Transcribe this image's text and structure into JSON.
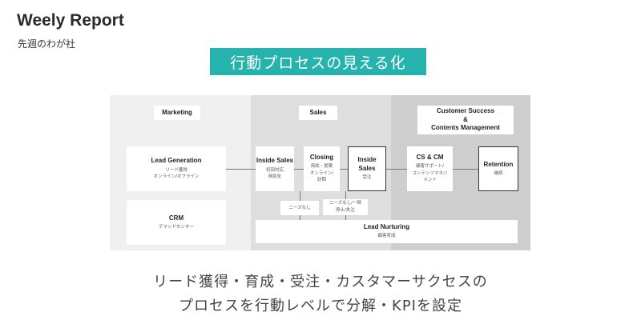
{
  "header": {
    "title": "Weely Report",
    "subtitle": "先週のわが社"
  },
  "banner": "行動プロセスの見える化",
  "diagram": {
    "sections": {
      "marketing": "Marketing",
      "sales": "Sales",
      "cs_line1": "Customer Success",
      "cs_line2": "&",
      "cs_line3": "Contents Management"
    },
    "lead_generation": {
      "title": "Lead Generation",
      "line1": "リード獲得",
      "line2": "オンライン/オフライン"
    },
    "crm": {
      "title": "CRM",
      "sub": "デマンドセンター"
    },
    "inside_sales_1": {
      "title": "Inside Sales",
      "line1": "初回対応",
      "line2": "商談化"
    },
    "closing": {
      "title": "Closing",
      "line1": "商談・提案",
      "line2": "オンライン/",
      "line3": "訪問"
    },
    "inside_sales_2": {
      "title": "Inside Sales",
      "sub": "受注"
    },
    "cs_cm": {
      "title": "CS & CM",
      "line1": "顧客サポート/",
      "line2": "コンテンツマネジ",
      "line3": "メント"
    },
    "retention": {
      "title": "Retention",
      "sub": "継続"
    },
    "needs_none": "ニーズなし",
    "needs_lost": {
      "line1": "ニーズなし/一時",
      "line2": "停止/失注"
    },
    "lead_nurturing": {
      "title": "Lead Nurturing",
      "sub": "顧客育成"
    }
  },
  "caption": {
    "line1": "リード獲得・育成・受注・カスタマーサクセスの",
    "line2": "プロセスを行動レベルで分解・KPIを設定"
  },
  "colors": {
    "banner": "#26b3ad",
    "marketing_bg": "#f0f0f0",
    "sales_bg": "#dedede",
    "cs_bg": "#cecece"
  }
}
